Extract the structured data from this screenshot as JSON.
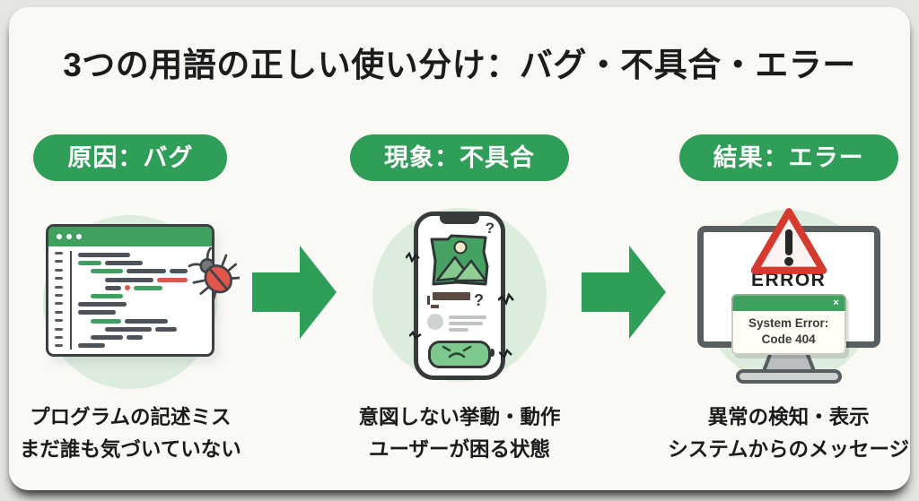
{
  "title": "3つの用語の正しい使い分け：バグ・不具合・エラー",
  "colors": {
    "accent_green": "#2f9e58",
    "light_green_circle": "#dcecdd",
    "error_red": "#d6392e",
    "card_background": "#faf9f6"
  },
  "columns": [
    {
      "badge_label": "原因：バグ",
      "illustration": "code-editor-with-bug",
      "caption": [
        "プログラムの記述ミス",
        "まだ誰も気づいていない"
      ]
    },
    {
      "badge_label": "現象：不具合",
      "illustration": "glitchy-smartphone",
      "caption": [
        "意図しない挙動・動作",
        "ユーザーが困る状態"
      ]
    },
    {
      "badge_label": "結果：エラー",
      "illustration": "monitor-error-dialog",
      "caption": [
        "異常の検知・表示",
        "システムからのメッセージ"
      ]
    }
  ],
  "phone": {
    "question_top": "?",
    "question_mid": "?"
  },
  "monitor": {
    "error_label": "ERROR",
    "close_icon": "×",
    "dialog_text": [
      "System Error:",
      "Code 404"
    ]
  }
}
